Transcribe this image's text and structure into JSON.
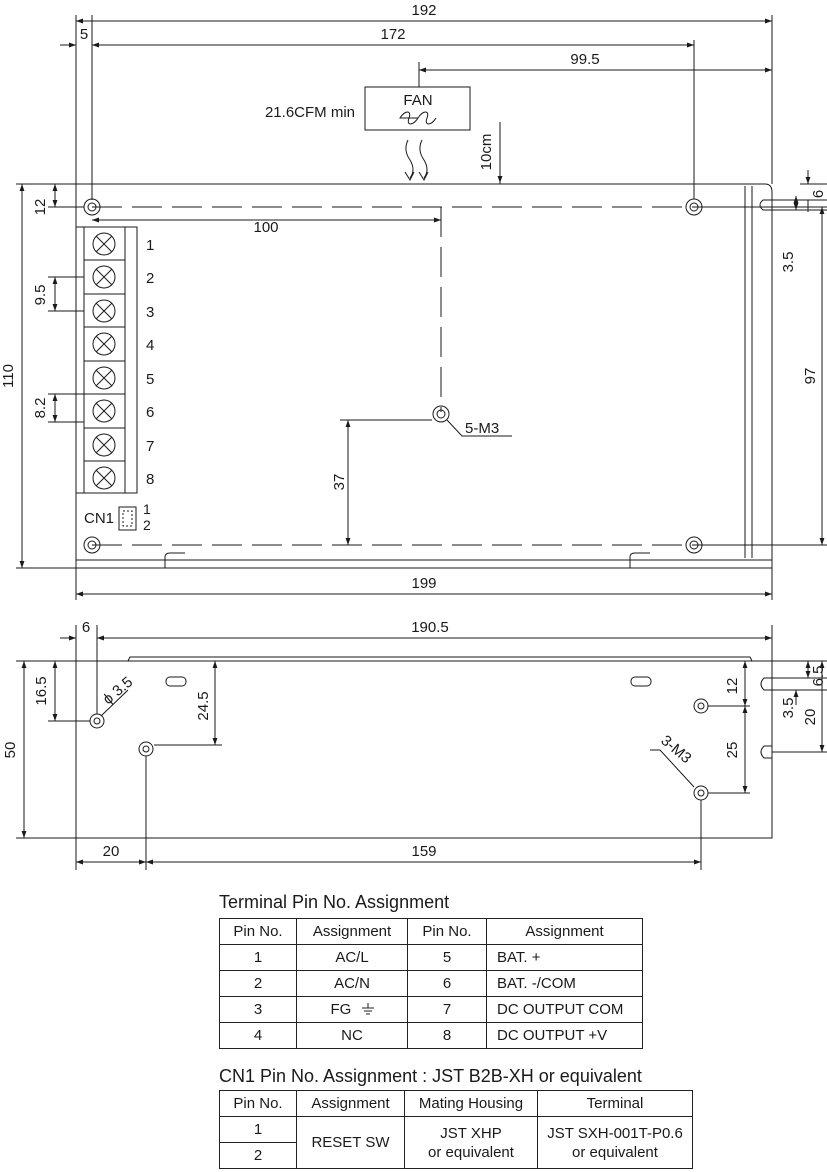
{
  "drawing": {
    "top_view": {
      "dim_width_overall": "192",
      "dim_width_inner": "172",
      "dim_fan_offset": "99.5",
      "dim_left_hole": "5",
      "dim_fan_clearance": "10cm",
      "fan_label": "FAN",
      "airflow_label": "21.6CFM min",
      "dim_hole_spacing": "100",
      "dim_top_hole": "12",
      "dim_terminal_pitch": "9.5",
      "dim_terminal_pitch_2": "8.2",
      "dim_height": "110",
      "dim_height_inner": "97",
      "dim_center_hole_height": "37",
      "mount_label": "5-M3",
      "dim_slot_top": "6",
      "dim_slot_width": "3.5",
      "dim_length_overall": "199",
      "terminal_numbers": [
        "1",
        "2",
        "3",
        "4",
        "5",
        "6",
        "7",
        "8"
      ],
      "connector_label": "CN1",
      "connector_pins": [
        "1",
        "2"
      ]
    },
    "side_view": {
      "dim_hole_offset": "6",
      "dim_length": "190.5",
      "dim_hole_height": "16.5",
      "dim_hole_diameter": "ϕ 3.5",
      "dim_mount_height": "24.5",
      "dim_height": "50",
      "mount_label": "3-M3",
      "dim_right_top": "12",
      "dim_right_spacing": "25",
      "dim_slot_top": "6.5",
      "dim_slot_width": "3.5",
      "dim_slot_height": "20",
      "dim_left_mount": "20",
      "dim_mount_span": "159"
    }
  },
  "terminal_table": {
    "title": "Terminal Pin No.  Assignment",
    "headers": [
      "Pin No.",
      "Assignment",
      "Pin No.",
      "Assignment"
    ],
    "rows": [
      [
        "1",
        "AC/L",
        "5",
        "BAT. +"
      ],
      [
        "2",
        "AC/N",
        "6",
        "BAT. -/COM"
      ],
      [
        "3",
        "FG",
        "7",
        "DC OUTPUT COM"
      ],
      [
        "4",
        "NC",
        "8",
        "DC OUTPUT +V"
      ]
    ]
  },
  "cn1_table": {
    "title": "CN1 Pin No.  Assignment : JST B2B-XH or equivalent",
    "headers": [
      "Pin No.",
      "Assignment",
      "Mating Housing",
      "Terminal"
    ],
    "pins": [
      "1",
      "2"
    ],
    "assignment": "RESET SW",
    "housing_line1": "JST XHP",
    "housing_line2": "or equivalent",
    "terminal_line1": "JST SXH-001T-P0.6",
    "terminal_line2": "or equivalent"
  }
}
